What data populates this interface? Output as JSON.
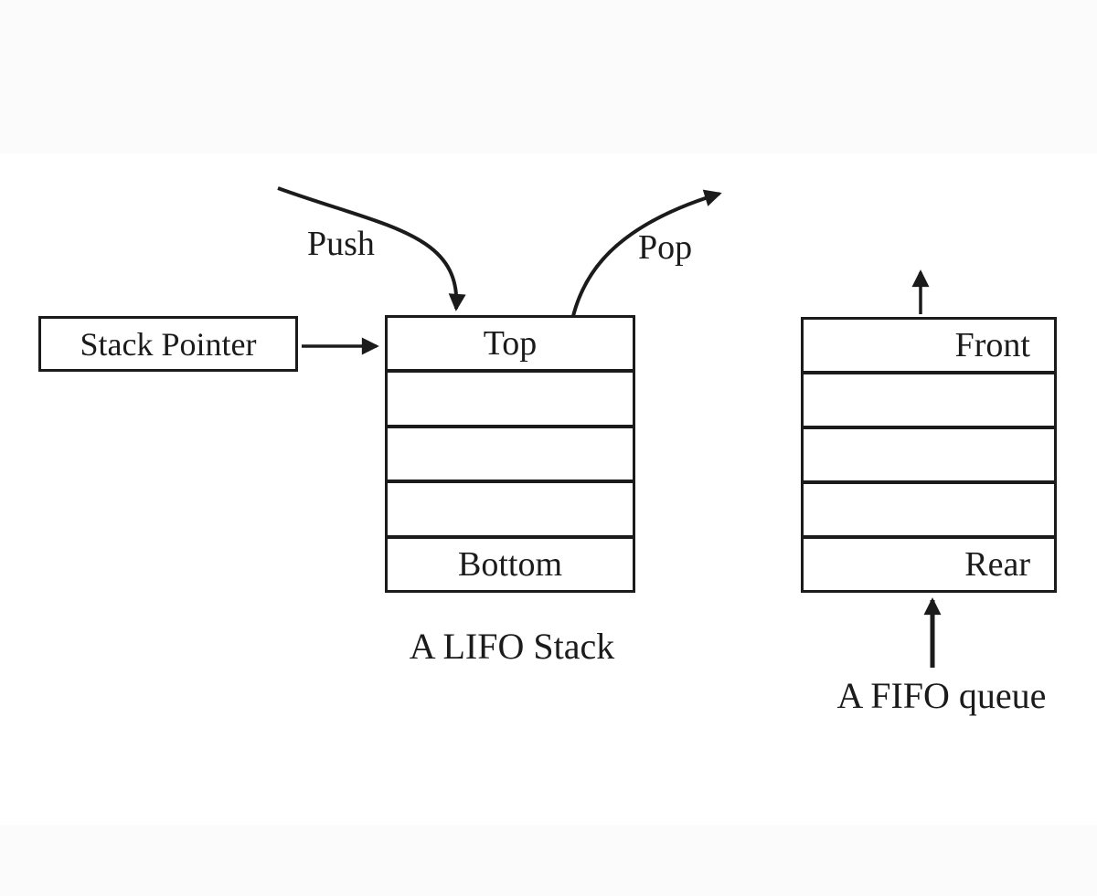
{
  "colors": {
    "line": "#1b1b1b",
    "background": "#ffffff"
  },
  "stack": {
    "push_label": "Push",
    "pop_label": "Pop",
    "pointer_label": "Stack Pointer",
    "cells": [
      "Top",
      "",
      "",
      "",
      "Bottom"
    ],
    "caption": "A LIFO Stack"
  },
  "queue": {
    "cells": [
      "Front",
      "",
      "",
      "",
      "Rear"
    ],
    "caption": "A FIFO queue"
  },
  "icons": {
    "push_arrow": "curved-arrow-into-stack-top",
    "pop_arrow": "curved-arrow-out-of-stack-top",
    "stack_pointer_arrow": "right-arrow",
    "front_arrow": "up-arrow-out-of-queue-front",
    "rear_arrow": "up-arrow-into-queue-rear"
  }
}
